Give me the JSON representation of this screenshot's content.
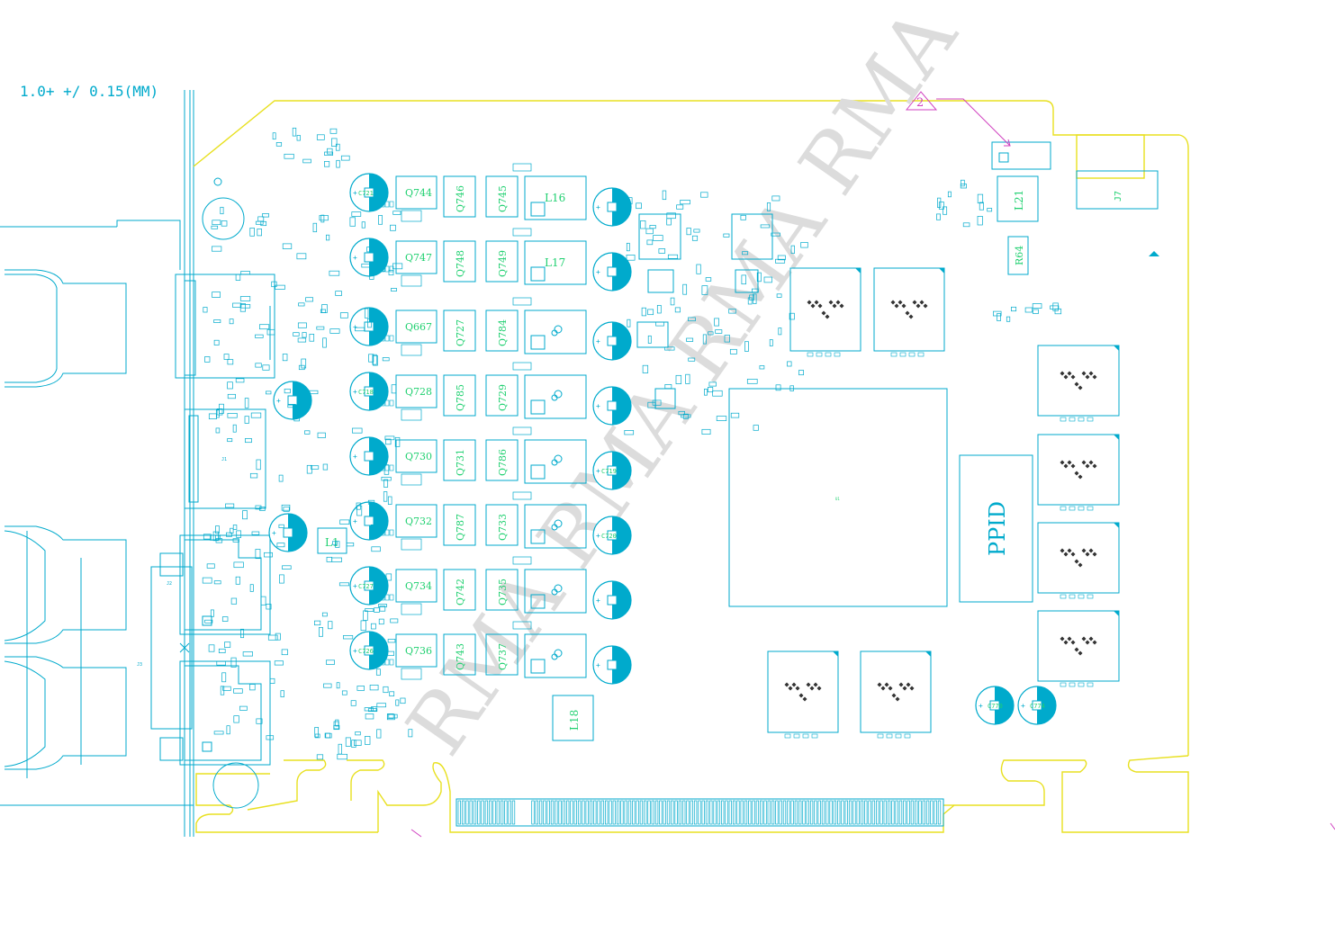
{
  "header_fragment": "1.0+ +/   0.15(MM)",
  "watermark": "RMA  RMA  RMA  RMA",
  "colors": {
    "outline": "#e8e020",
    "part": "#00aacc",
    "label": "#20d070",
    "chip_dot": "#333333",
    "watermark": "#d8d8d8",
    "marker": "#d040c0"
  },
  "marker_label": "2",
  "connector_labels": [
    "J1",
    "J2",
    "J3",
    "J7"
  ],
  "mosfets": [
    [
      "Q744",
      "Q746",
      "Q745"
    ],
    [
      "Q747",
      "Q748",
      "Q749"
    ],
    [
      "Q667",
      "Q727",
      "Q784"
    ],
    [
      "Q728",
      "Q785",
      "Q729"
    ],
    [
      "Q730",
      "Q731",
      "Q786"
    ],
    [
      "Q732",
      "Q787",
      "Q733"
    ],
    [
      "Q734",
      "Q742",
      "Q735"
    ],
    [
      "Q736",
      "Q743",
      "Q737"
    ]
  ],
  "capacitors_left": [
    "C721",
    "C",
    "C",
    "C718",
    "C",
    "C",
    "C727",
    "C726"
  ],
  "capacitors_right": [
    "C",
    "C",
    "C",
    "C",
    "C719",
    "C720",
    "C",
    "C"
  ],
  "inductors": [
    "L16",
    "L17",
    "L18",
    "L21",
    "L1"
  ],
  "resistor_labels": [
    "R64"
  ],
  "ppid_label": "PPID",
  "bottom_caps": [
    "C770",
    "C774"
  ],
  "gpu_label": "U1"
}
